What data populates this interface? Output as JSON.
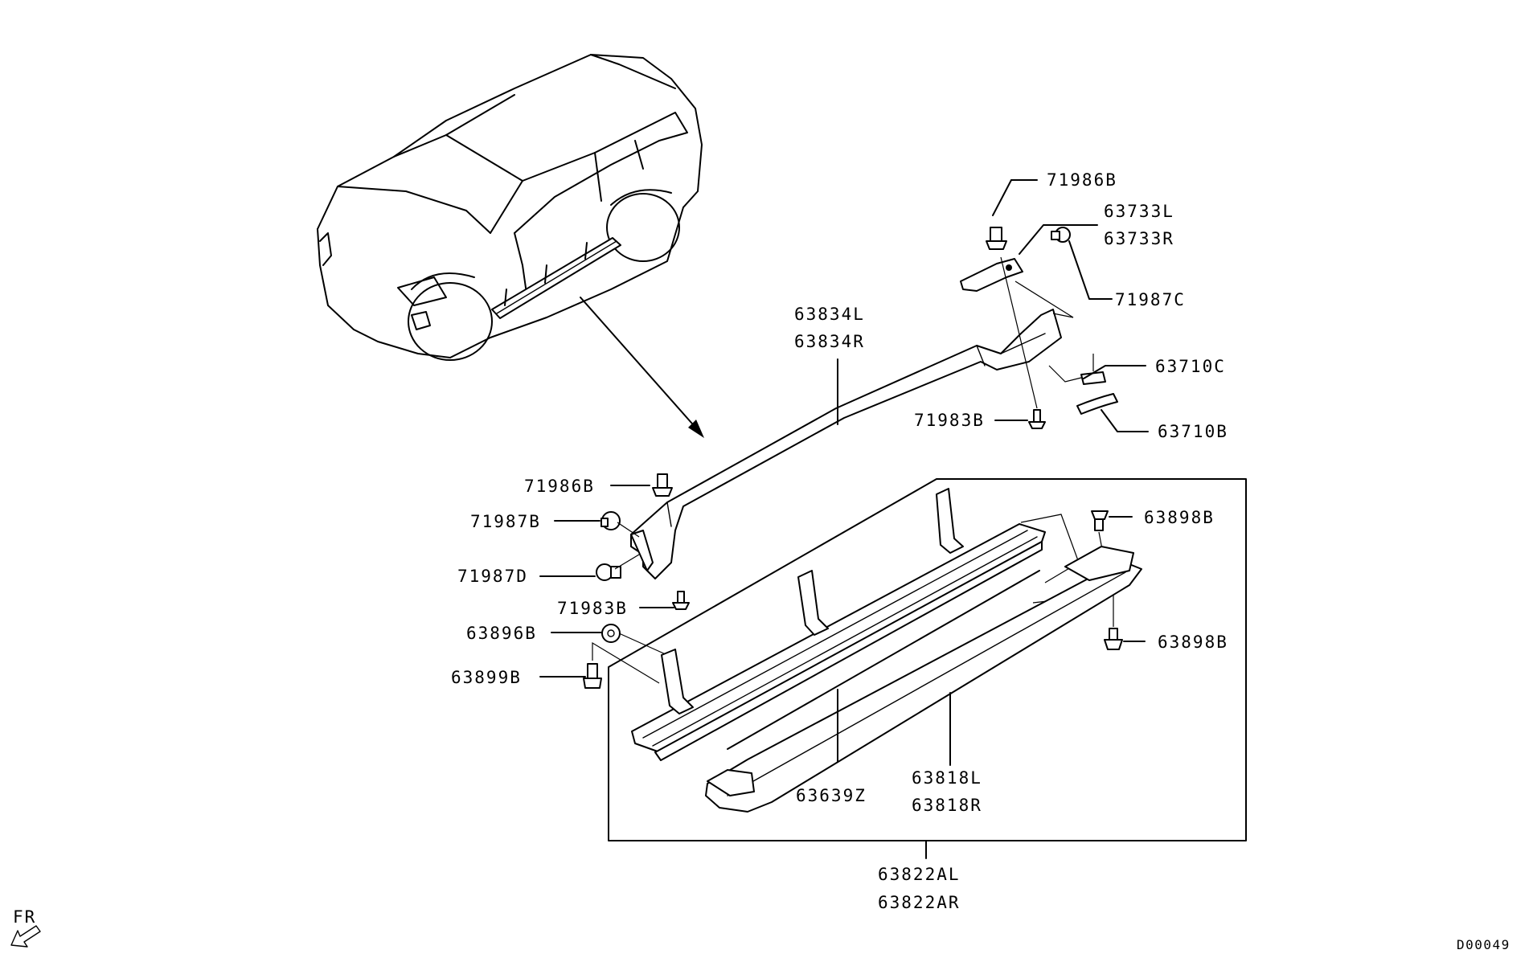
{
  "diagram_id": "D00049",
  "orientation_label": "FR",
  "callouts": {
    "c71986B_top": "71986B",
    "c63733L": "63733L",
    "c63733R": "63733R",
    "c71987C": "71987C",
    "c63834L": "63834L",
    "c63834R": "63834R",
    "c63710C": "63710C",
    "c71983B_top": "71983B",
    "c63710B": "63710B",
    "c71986B_left": "71986B",
    "c71987B": "71987B",
    "c63898B_top": "63898B",
    "c71987D": "71987D",
    "c71983B_left": "71983B",
    "c63896B": "63896B",
    "c63898B_bottom": "63898B",
    "c63899B": "63899B",
    "c63818L": "63818L",
    "c63818R": "63818R",
    "c63639Z": "63639Z",
    "c63822AL": "63822AL",
    "c63822AR": "63822AR"
  }
}
